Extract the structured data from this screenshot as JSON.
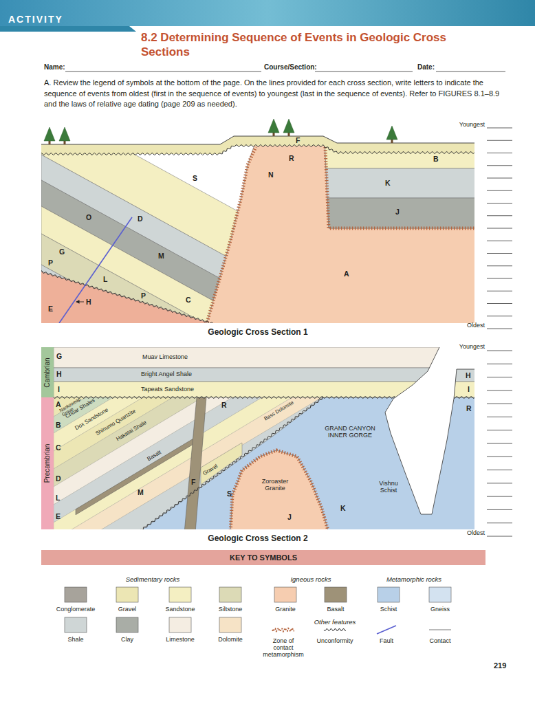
{
  "diagram": {
    "title": "8.2 Determining Sequence of Events in Geologic Cross Sections",
    "nodes": [
      {
        "text": [
          "Geologic Cross Section 1"
        ]
      },
      {
        "text": [
          "Geologic Cross Section 2"
        ]
      },
      {
        "text": [
          "Cambrian"
        ],
        "in": 1
      },
      {
        "text": [
          "Precambrian"
        ],
        "in": 1
      },
      {
        "text": [
          "KEY TO SYMBOLS"
        ]
      }
    ],
    "labels": [
      "ACTIVITY",
      "Name:",
      "Course/Section:",
      "Date:",
      "A. Review the legend of symbols at the bottom of the page. On the lines provided for each cross section, write letters to indicate the sequence of events from oldest (first in the sequence of events) to youngest (last in the sequence of events). Refer to FIGURES 8.1–8.9 and the laws of relative age dating (page 209 as needed).",
      "Youngest",
      "F",
      "B",
      "R",
      "N",
      "S",
      "K",
      "J",
      "O",
      "D",
      "G",
      "M",
      "P",
      "A",
      "L",
      "P",
      "C",
      "H",
      "E",
      "Oldest",
      "Youngest",
      "G",
      "Muav Limestone",
      "H",
      "Bright Angel Shale",
      "H",
      "I",
      "Tapeats Sandstone",
      "I",
      "A",
      "Nankoweap Group",
      "R",
      "R",
      "Chuar Shales",
      "B",
      "Dox Sandstone",
      "Shinumo Quartzite",
      "C",
      "Hakatai Shale",
      "Bass Dolomite",
      "GRAND CANYON INNER GORGE",
      "Basalt",
      "Gravel",
      "D",
      "F",
      "Vishnu Schist",
      "Zoroaster Granite",
      "S",
      "M",
      "L",
      "K",
      "E",
      "J",
      "Oldest",
      "Sedimentary rocks",
      "Igneous rocks",
      "Metamorphic rocks",
      "Other features",
      "219"
    ],
    "legend": [
      {
        "text": "Conglomerate",
        "color": "#a7a39b"
      },
      {
        "text": "Gravel",
        "color": "#ece6b4"
      },
      {
        "text": "Sandstone",
        "color": "#f4efc2"
      },
      {
        "text": "Siltstone",
        "color": "#dcdab6"
      },
      {
        "text": "Granite",
        "color": "#f6cdb0"
      },
      {
        "text": "Basalt",
        "color": "#9e9278"
      },
      {
        "text": "Schist",
        "color": "#b8d0e8"
      },
      {
        "text": "Gneiss",
        "color": "#d3e2f0"
      },
      {
        "text": "Shale",
        "color": "#cfd6d6"
      },
      {
        "text": "Clay",
        "color": "#a9ada6"
      },
      {
        "text": "Limestone",
        "color": "#f4ede2"
      },
      {
        "text": "Dolomite",
        "color": "#f6e3c6"
      },
      {
        "text": "Zone of contact metamorphism"
      },
      {
        "text": "Unconformity"
      },
      {
        "text": "Fault"
      },
      {
        "text": "Contact"
      }
    ]
  }
}
